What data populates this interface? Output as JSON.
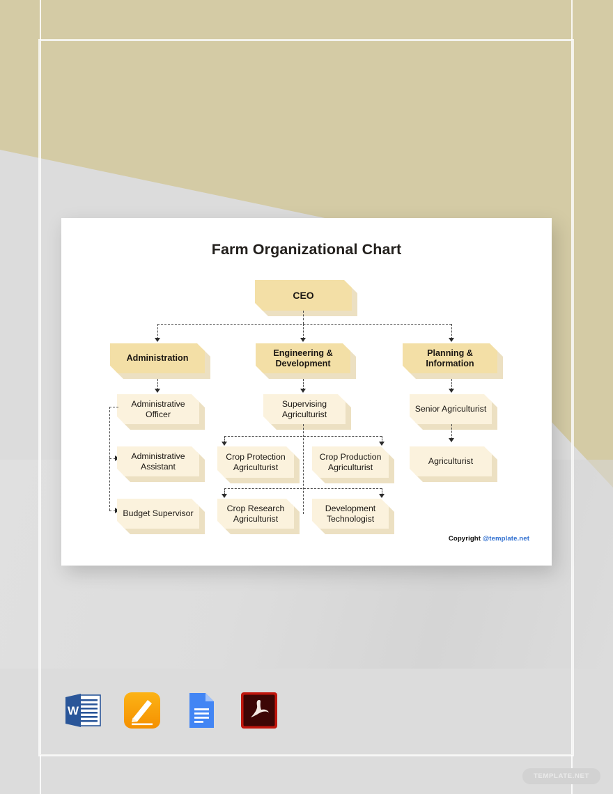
{
  "document": {
    "title": "Farm Organizational Chart",
    "copyright_prefix": "Copyright ",
    "copyright_link": "@template.net"
  },
  "watermark": {
    "label": "TEMPLATE.NET"
  },
  "formats": [
    {
      "name": "ms-word",
      "label": "W",
      "color": "#2a5699"
    },
    {
      "name": "apple-pages",
      "label": "",
      "color": "#f7a51c"
    },
    {
      "name": "google-docs",
      "label": "",
      "color": "#4285f4"
    },
    {
      "name": "adobe-pdf",
      "label": "",
      "color": "#b0120a"
    }
  ],
  "chart_data": {
    "type": "diagram",
    "title": "Farm Organizational Chart",
    "nodes": {
      "ceo": "CEO",
      "administration": "Administration",
      "engineering": "Engineering & Development",
      "planning": "Planning & Information",
      "admin_officer": "Administrative Officer",
      "supervising_agriculturist": "Supervising Agriculturist",
      "senior_agriculturist": "Senior Agriculturist",
      "admin_assistant": "Administrative Assistant",
      "crop_protection": "Crop Protection Agriculturist",
      "crop_production": "Crop Production Agriculturist",
      "agriculturist": "Agriculturist",
      "budget_supervisor": "Budget Supervisor",
      "crop_research": "Crop Research Agriculturist",
      "development_technologist": "Development Technologist"
    },
    "edges": [
      [
        "ceo",
        "administration"
      ],
      [
        "ceo",
        "engineering"
      ],
      [
        "ceo",
        "planning"
      ],
      [
        "administration",
        "admin_officer"
      ],
      [
        "engineering",
        "supervising_agriculturist"
      ],
      [
        "planning",
        "senior_agriculturist"
      ],
      [
        "admin_officer",
        "admin_assistant"
      ],
      [
        "admin_officer",
        "budget_supervisor"
      ],
      [
        "supervising_agriculturist",
        "crop_protection"
      ],
      [
        "supervising_agriculturist",
        "crop_production"
      ],
      [
        "supervising_agriculturist",
        "crop_research"
      ],
      [
        "supervising_agriculturist",
        "development_technologist"
      ],
      [
        "senior_agriculturist",
        "agriculturist"
      ]
    ],
    "colors": {
      "level_top_fill": "#F3DFA6",
      "level_sub_fill": "#FBF2DD",
      "shadow_fill": "#ECE0C2",
      "connector": "#4A4A4A",
      "page_background": "#DCDCDC",
      "accent_tan": "#D4CBA5",
      "link_blue": "#2F6FD0"
    }
  }
}
